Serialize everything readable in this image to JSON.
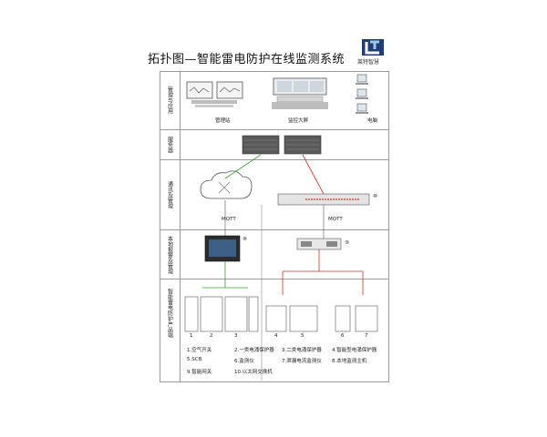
{
  "title": "拓扑图—智能雷电防护在线监测系统",
  "logo": {
    "text": "莱特智慧"
  },
  "rows": [
    {
      "label": "管理与应用"
    },
    {
      "label": "服务器"
    },
    {
      "label": "通讯及管理"
    },
    {
      "label": "本地报警及管理"
    },
    {
      "label": "智能雷电防护产品端"
    }
  ],
  "devices": {
    "station_label": "管理站",
    "screen_label": "监控大屏",
    "pc_label": "电脑",
    "mqtt_left": "MQTT",
    "mqtt_right": "MQTT",
    "switch_marker": "⑩",
    "hmi_marker": "⑧",
    "monitor_marker": "⑨"
  },
  "product_numbers": [
    "1",
    "2",
    "3",
    "4",
    "5",
    "6",
    "7"
  ],
  "legend": [
    "1.空气开关",
    "2.一类电涌保护器",
    "3.二类电涌保护器",
    "4.智能型电涌保护器",
    "5.SCB",
    "6.监测仪",
    "7.泄漏电流监测仪",
    "8.本地监测主机",
    "9.智能网关",
    "10.以太网交换机"
  ],
  "colors": {
    "green_link": "#3f9a3f",
    "red_link": "#c0392b",
    "frame": "#9a9a9a"
  }
}
